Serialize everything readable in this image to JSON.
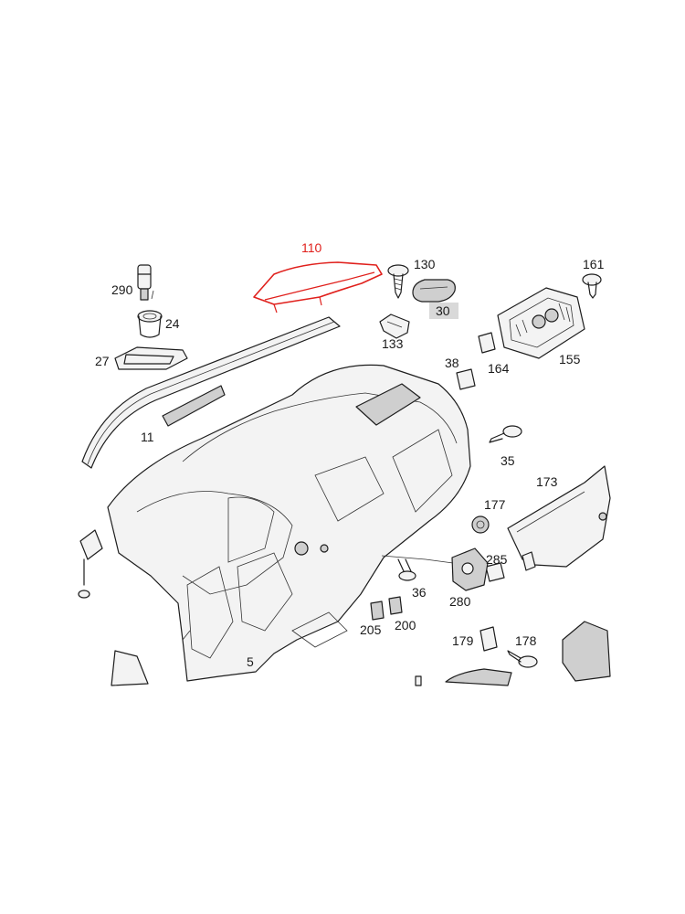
{
  "highlight_color": "#e0201c",
  "highlighted_part": "110",
  "labels": {
    "p110": "110",
    "p130": "130",
    "p30": "30",
    "p161": "161",
    "p290": "290",
    "p24": "24",
    "p133": "133",
    "p27": "27",
    "p38": "38",
    "p164": "164",
    "p155": "155",
    "p11": "11",
    "p35": "35",
    "p173": "173",
    "p177": "177",
    "p285": "285",
    "p36": "36",
    "p280": "280",
    "p205": "205",
    "p200": "200",
    "p179": "179",
    "p178": "178",
    "p5": "5"
  }
}
